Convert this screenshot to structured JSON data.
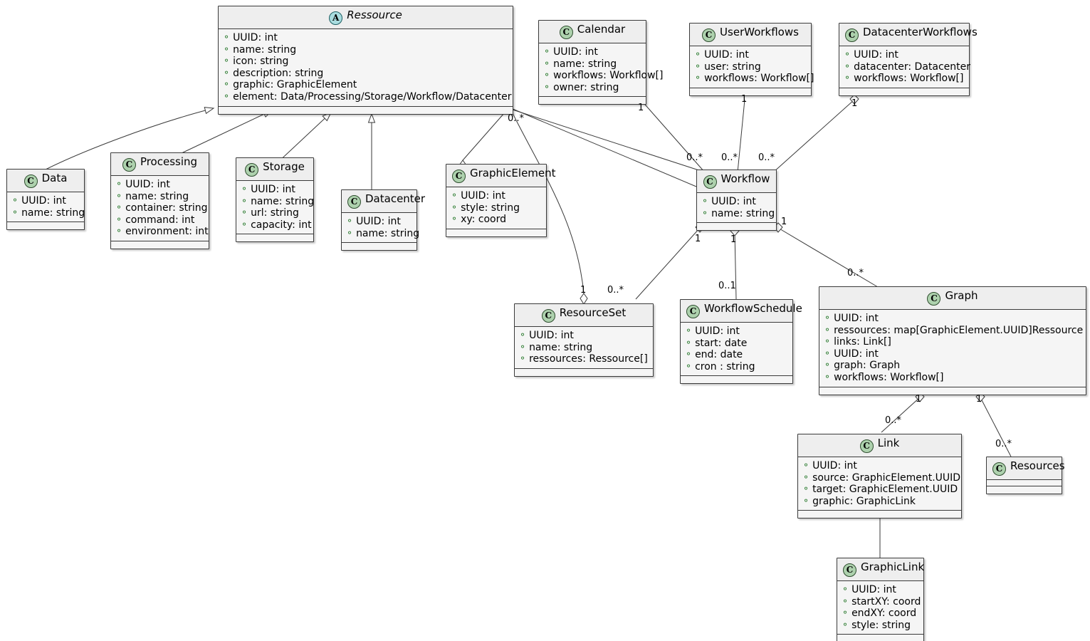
{
  "diagram": {
    "title": "Ressource class diagram",
    "type": "uml-class-diagram",
    "background": "#ffffff",
    "class_fill": "#f5f5f5",
    "header_fill": "#eeeeee",
    "border_color": "#3a3a3a",
    "class_icon_color": "#add1ad",
    "abstract_icon_color": "#a9dcdf",
    "visibility_color": "#2e7d32"
  },
  "classes": {
    "ressource": {
      "name": "Ressource",
      "stereotype": "A",
      "abstract": true,
      "attributes": [
        "UUID: int",
        "name: string",
        "icon: string",
        "description: string",
        "graphic: GraphicElement",
        "element: Data/Processing/Storage/Workflow/Datacenter"
      ]
    },
    "data": {
      "name": "Data",
      "stereotype": "C",
      "abstract": false,
      "attributes": [
        "UUID: int",
        "name: string"
      ]
    },
    "processing": {
      "name": "Processing",
      "stereotype": "C",
      "abstract": false,
      "attributes": [
        "UUID: int",
        "name: string",
        "container: string",
        "command: int",
        "environment: int"
      ]
    },
    "storage": {
      "name": "Storage",
      "stereotype": "C",
      "abstract": false,
      "attributes": [
        "UUID: int",
        "name: string",
        "url: string",
        "capacity: int"
      ]
    },
    "datacenter": {
      "name": "Datacenter",
      "stereotype": "C",
      "abstract": false,
      "attributes": [
        "UUID: int",
        "name: string"
      ]
    },
    "graphicelement": {
      "name": "GraphicElement",
      "stereotype": "C",
      "abstract": false,
      "attributes": [
        "UUID: int",
        "style: string",
        "xy: coord"
      ]
    },
    "calendar": {
      "name": "Calendar",
      "stereotype": "C",
      "abstract": false,
      "attributes": [
        "UUID: int",
        "name: string",
        "workflows: Workflow[]",
        "owner: string"
      ]
    },
    "userworkflows": {
      "name": "UserWorkflows",
      "stereotype": "C",
      "abstract": false,
      "attributes": [
        "UUID: int",
        "user: string",
        "workflows: Workflow[]"
      ]
    },
    "datacenterworkflows": {
      "name": "DatacenterWorkflows",
      "stereotype": "C",
      "abstract": false,
      "attributes": [
        "UUID: int",
        "datacenter: Datacenter",
        "workflows: Workflow[]"
      ]
    },
    "workflow": {
      "name": "Workflow",
      "stereotype": "C",
      "abstract": false,
      "attributes": [
        "UUID: int",
        "name: string"
      ]
    },
    "resourceset": {
      "name": "ResourceSet",
      "stereotype": "C",
      "abstract": false,
      "attributes": [
        "UUID: int",
        "name: string",
        "ressources: Ressource[]"
      ]
    },
    "workflowschedule": {
      "name": "WorkflowSchedule",
      "stereotype": "C",
      "abstract": false,
      "attributes": [
        "UUID: int",
        "start: date",
        "end: date",
        "cron : string"
      ]
    },
    "graph": {
      "name": "Graph",
      "stereotype": "C",
      "abstract": false,
      "attributes": [
        "UUID: int",
        "ressources: map[GraphicElement.UUID]Ressource",
        "links: Link[]",
        "UUID: int",
        "graph: Graph",
        "workflows: Workflow[]"
      ]
    },
    "link": {
      "name": "Link",
      "stereotype": "C",
      "abstract": false,
      "attributes": [
        "UUID: int",
        "source: GraphicElement.UUID",
        "target: GraphicElement.UUID",
        "graphic: GraphicLink"
      ]
    },
    "resources": {
      "name": "Resources",
      "stereotype": "C",
      "abstract": false,
      "attributes": []
    },
    "graphiclink": {
      "name": "GraphicLink",
      "stereotype": "C",
      "abstract": false,
      "attributes": [
        "UUID: int",
        "startXY: coord",
        "endXY: coord",
        "style: string"
      ]
    }
  },
  "multiplicities": {
    "ressource_to_workflow": "0..*",
    "calendar_to_workflow_src": "1",
    "calendar_to_workflow_dst": "0..*",
    "userworkflows_to_workflow_src": "1",
    "userworkflows_to_workflow_dst": "0..*",
    "datacenterworkflows_to_workflow_src": "1",
    "datacenterworkflows_to_workflow_dst": "0..*",
    "workflow_to_resourceset_src": "1",
    "resourceset_from_ressource": "1",
    "ressource_to_resourceset": "0..*",
    "workflow_to_schedule_src": "1",
    "workflow_to_schedule_dst": "0..1",
    "workflow_to_graph_src": "1",
    "workflow_to_graph_dst": "0..*",
    "graph_to_link_src": "1",
    "graph_to_link_dst": "0..*",
    "graph_to_resources_src": "1",
    "graph_to_resources_dst": "0..*"
  }
}
